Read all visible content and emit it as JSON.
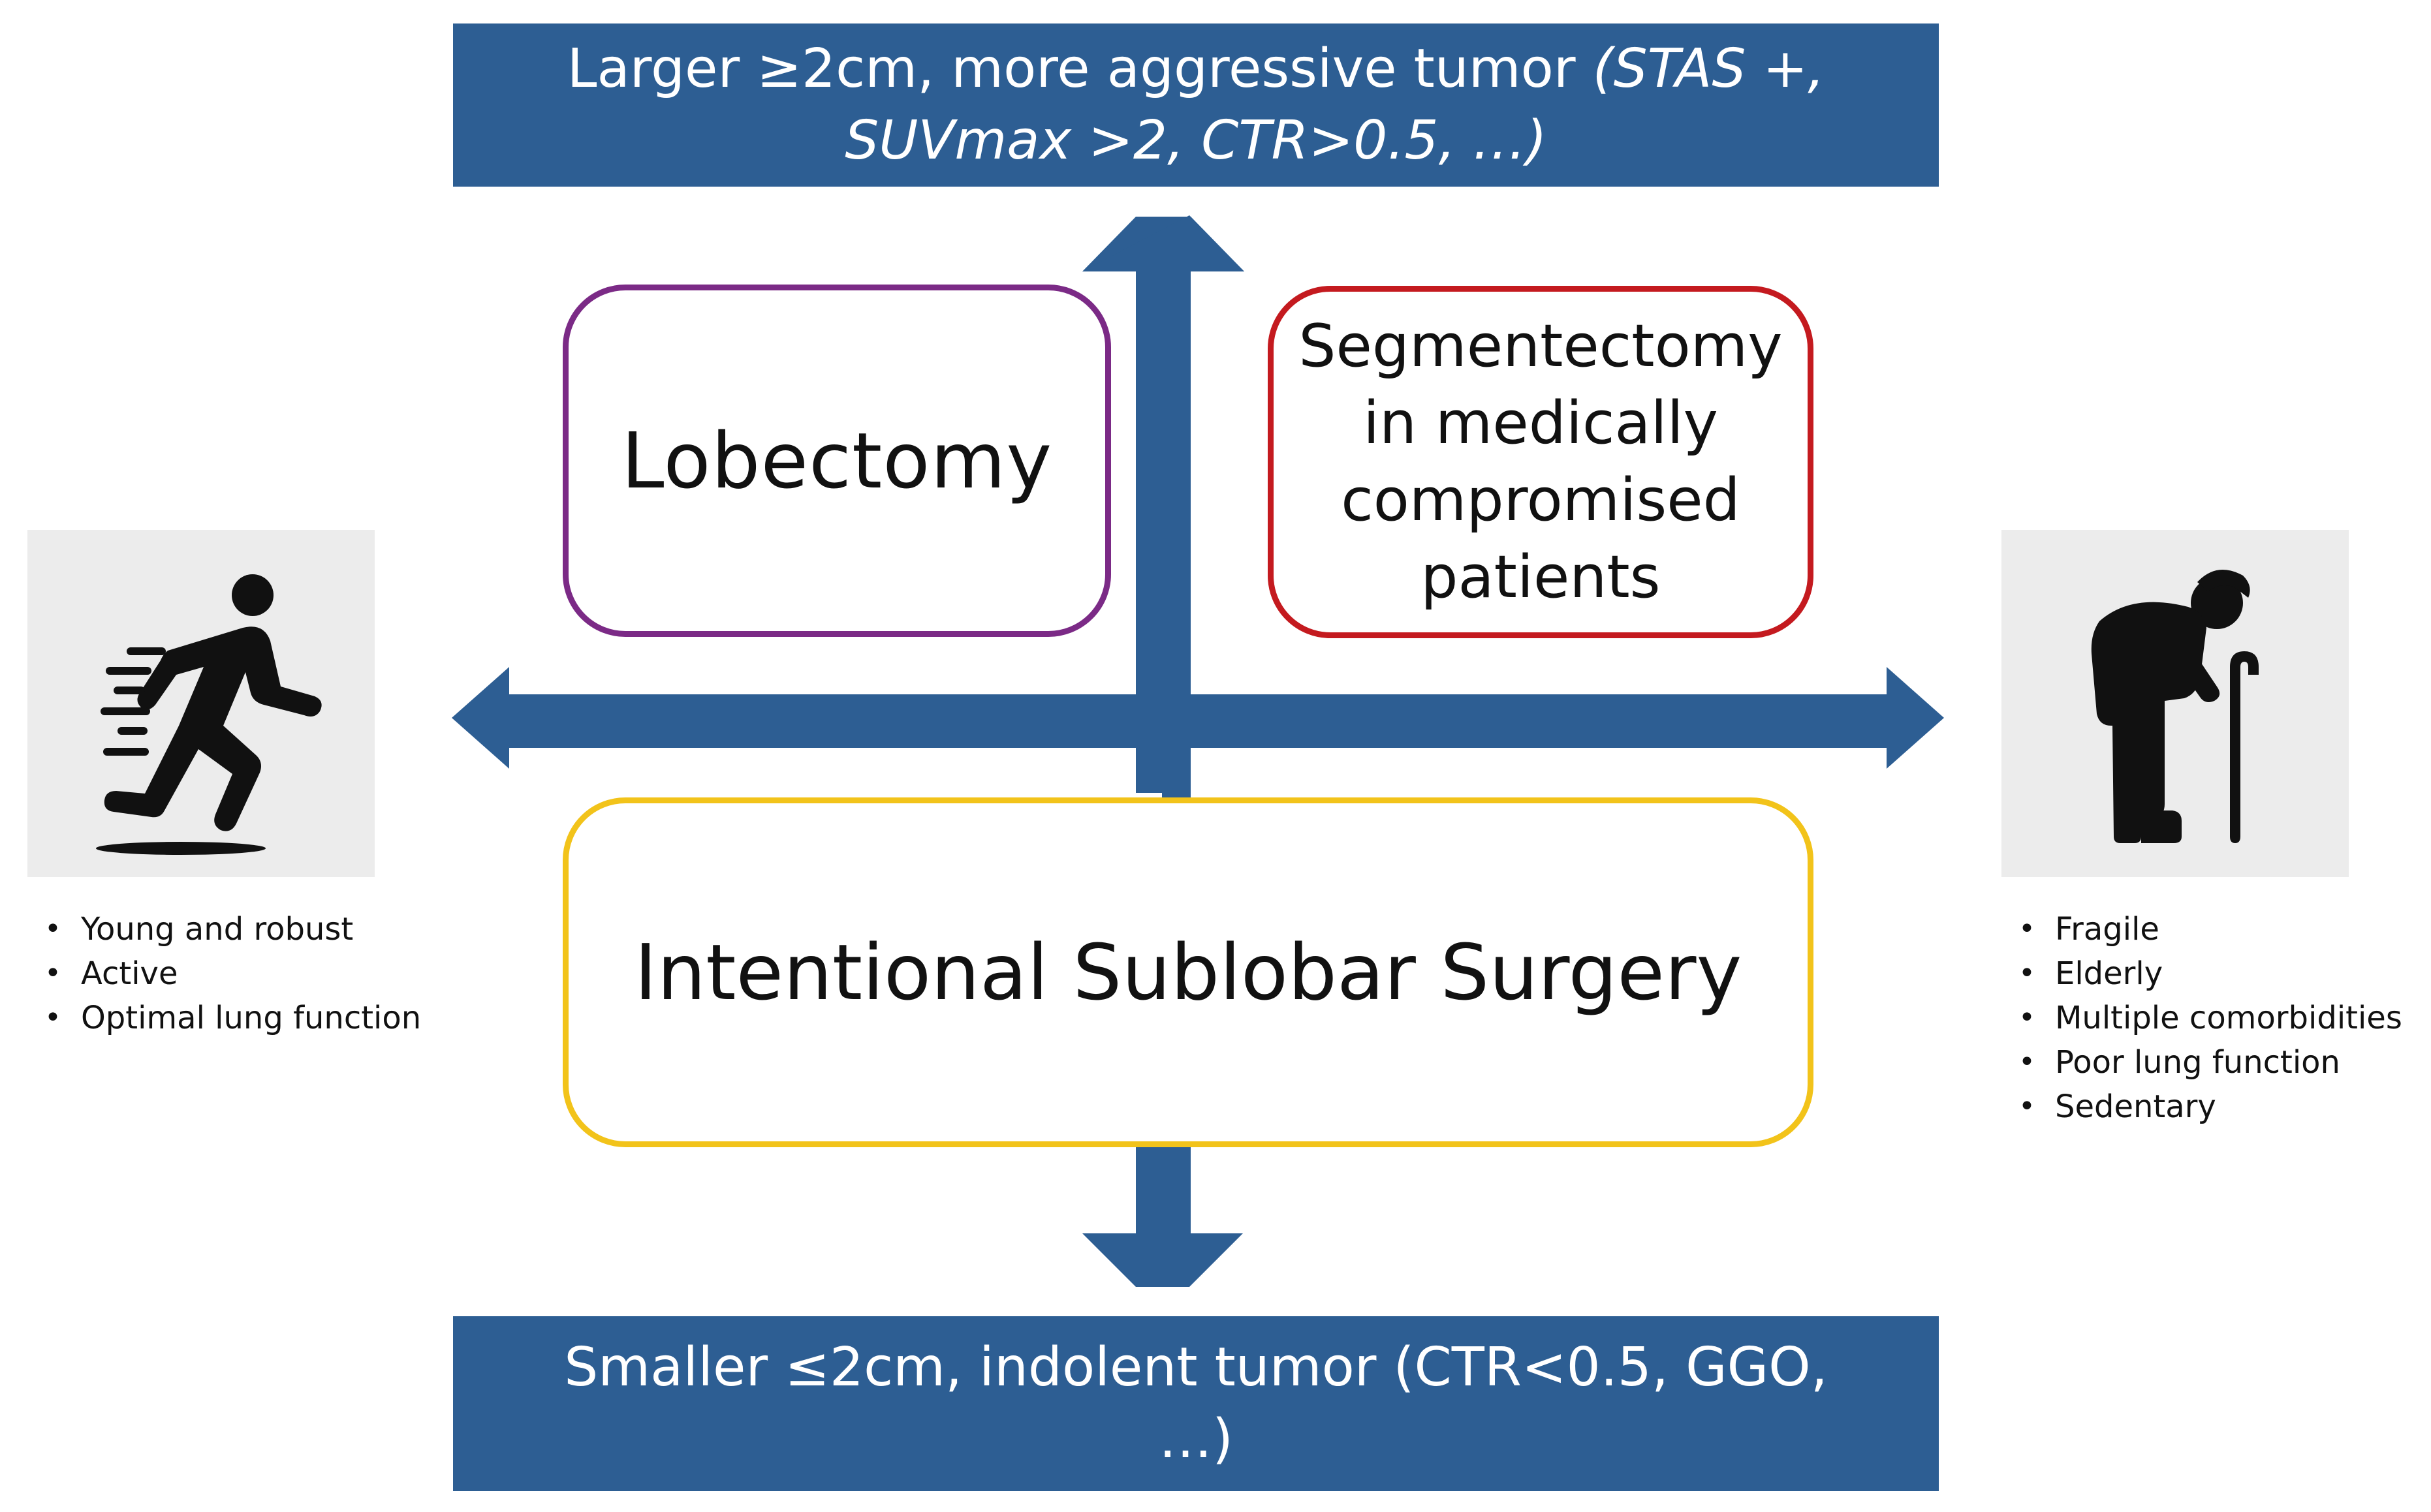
{
  "top_banner": {
    "line1_main": "Larger ≥2cm, more aggressive tumor ",
    "line1_italic": "(STAS +,",
    "line2_italic": "SUVmax >2, CTR>0.5, …)"
  },
  "bottom_banner": {
    "line1": "Smaller ≤2cm, indolent tumor (CTR<0.5, GGO,",
    "line2": "…)"
  },
  "boxes": {
    "lobectomy": "Lobectomy",
    "segmentectomy": "Segmentectomy\nin medically\ncompromised\npatients",
    "sublobar": "Intentional Sublobar Surgery"
  },
  "left_patient": {
    "icon": "running-person-icon",
    "items": [
      "Young  and robust",
      "Active",
      "Optimal lung function"
    ]
  },
  "right_patient": {
    "icon": "elderly-person-with-cane-icon",
    "items": [
      "Fragile",
      "Elderly",
      "Multiple comorbidities",
      "Poor lung function",
      "Sedentary"
    ]
  },
  "colors": {
    "arrow_blue": "#2d5e93",
    "banner_blue": "#2d5e93",
    "lobectomy_border": "#7b2a86",
    "segmentectomy_border": "#c41a1f",
    "sublobar_border": "#f2c31a"
  }
}
